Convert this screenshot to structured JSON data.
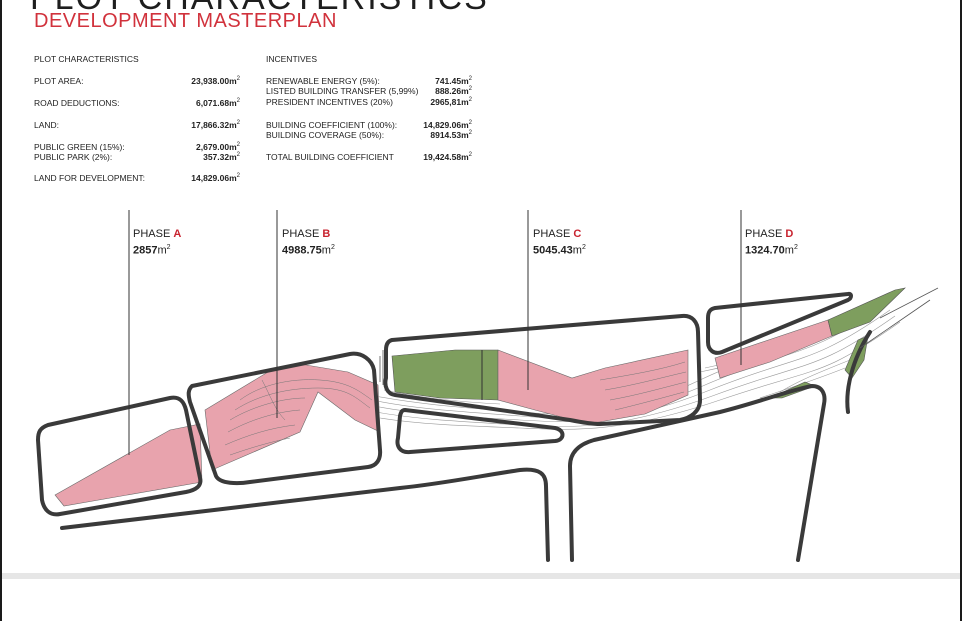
{
  "header": {
    "title": "PLOT CHARACTERISTICS",
    "subtitle": "DEVELOPMENT MASTERPLAN"
  },
  "plot_characteristics": {
    "heading": "PLOT CHARACTERISTICS",
    "rows": [
      {
        "label": "PLOT AREA:",
        "value": "23,938.00"
      },
      {
        "label": "ROAD DEDUCTIONS:",
        "value": "6,071.68"
      },
      {
        "label": "LAND:",
        "value": "17,866.32"
      },
      {
        "label": "PUBLIC GREEN (15%):",
        "value": "2,679.00"
      },
      {
        "label": "PUBLIC PARK (2%):",
        "value": "357.32"
      },
      {
        "label": "LAND FOR DEVELOPMENT:",
        "value": "14,829.06"
      }
    ]
  },
  "incentives": {
    "heading": "INCENTIVES",
    "rows": [
      {
        "label": "RENEWABLE ENERGY (5%):",
        "value": "741.45"
      },
      {
        "label": "LISTED BUILDING TRANSFER (5,99%)",
        "value": "888.26"
      },
      {
        "label": "PRESIDENT INCENTIVES (20%)",
        "value": "2965,81"
      },
      {
        "label": "BUILDING COEFFICIENT (100%):",
        "value": "14,829.06"
      },
      {
        "label": "BUILDING COVERAGE (50%):",
        "value": "8914.53"
      },
      {
        "label": "TOTAL BUILDING COEFFICIENT",
        "value": "19,424.58"
      }
    ]
  },
  "unit": "m",
  "unit_sup": "2",
  "phases": [
    {
      "prefix": "PHASE ",
      "letter": "A",
      "area": "2857"
    },
    {
      "prefix": "PHASE ",
      "letter": "B",
      "area": "4988.75"
    },
    {
      "prefix": "PHASE ",
      "letter": "C",
      "area": "5045.43"
    },
    {
      "prefix": "PHASE ",
      "letter": "D",
      "area": "1324.70"
    }
  ],
  "colors": {
    "title": "#1e1e1e",
    "subtitle": "#d1323c",
    "phase_letter": "#c8232f",
    "development_fill": "#e8a3ad",
    "green_fill": "#7e9e5e",
    "road_stroke": "#3a3a3a"
  }
}
